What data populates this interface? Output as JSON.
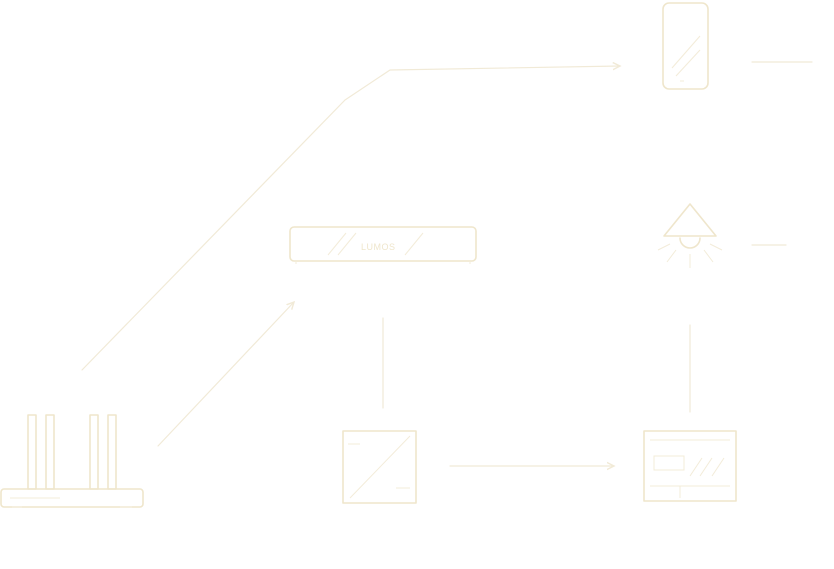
{
  "diagram": {
    "nodes": [
      {
        "id": "phone",
        "icon": "smartphone-icon"
      },
      {
        "id": "gateway",
        "icon": "gateway-hub-icon",
        "label": "LUMOS"
      },
      {
        "id": "lamp",
        "icon": "light-bulb-icon"
      },
      {
        "id": "router",
        "icon": "wifi-router-icon"
      },
      {
        "id": "controller",
        "icon": "controller-box-icon"
      },
      {
        "id": "meter",
        "icon": "energy-meter-icon"
      }
    ],
    "colors": {
      "line": "#f1ead7",
      "device": "#efe6cc"
    }
  }
}
